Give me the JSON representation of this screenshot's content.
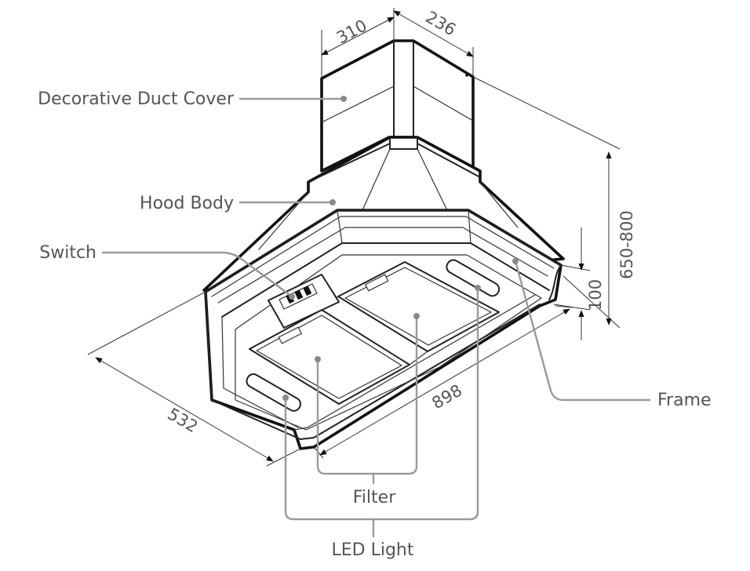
{
  "labels": {
    "duct_cover": "Decorative Duct Cover",
    "hood_body": "Hood Body",
    "switch": "Switch",
    "frame": "Frame",
    "filter": "Filter",
    "led_light": "LED Light"
  },
  "dimensions": {
    "duct_width": "310",
    "duct_depth": "236",
    "overall_height": "650-800",
    "frame_height": "100",
    "width": "898",
    "depth": "532"
  },
  "colors": {
    "outline": "#111111",
    "leader": "#9a9a9a",
    "label_text": "#555555"
  }
}
